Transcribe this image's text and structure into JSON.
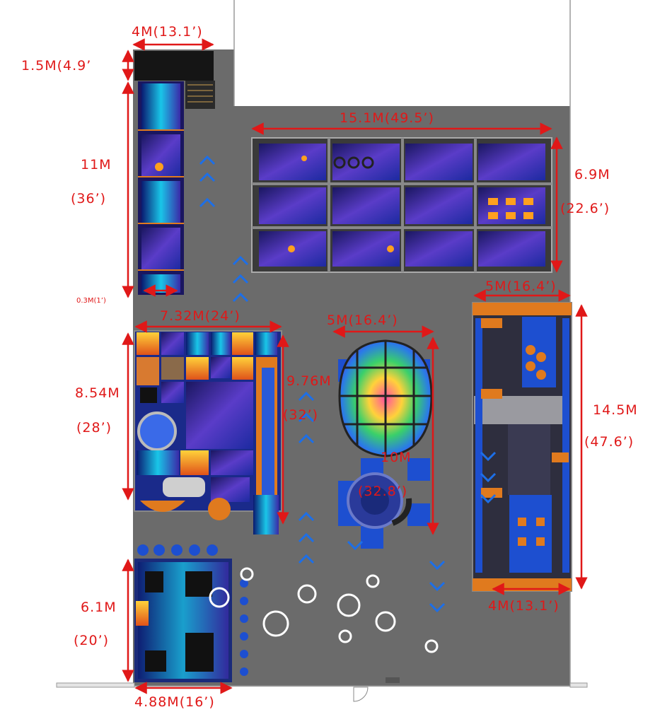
{
  "colors": {
    "floor": "#6b6b6b",
    "dimension": "#e01818",
    "accent_blue": "#1d4fd0",
    "accent_orange": "#e07a1e",
    "wall": "#e4e4e4"
  },
  "dimensions": {
    "top_width": "4M(13.1’)",
    "top_entry_height": "1.5M(4.9’",
    "left_column_height_m": "11M",
    "left_column_height_ft": "(36’)",
    "left_gap": "0.3M(1’)",
    "trampoline_width": "15.1M(49.5’)",
    "trampoline_height_m": "6.9M",
    "trampoline_height_ft": "(22.6’)",
    "playground_width": "7.32M(24’)",
    "playground_height_m": "8.54M",
    "playground_height_ft": "(28’)",
    "playground_side_m": "9.76M",
    "playground_side_ft": "(32’)",
    "ballpit_width": "5M(16.4’)",
    "ballpit_height_m": "10M",
    "ballpit_height_ft": "(32.8’)",
    "ninja_width": "5M(16.4’)",
    "ninja_height_m": "14.5M",
    "ninja_height_ft": "(47.6’)",
    "ninja_bottom_width": "4M(13.1’)",
    "toddler_height_m": "6.1M",
    "toddler_height_ft": "(20’)",
    "toddler_width": "4.88M(16’)"
  },
  "icons": [
    "chevron-up-icon",
    "chevron-down-icon"
  ]
}
